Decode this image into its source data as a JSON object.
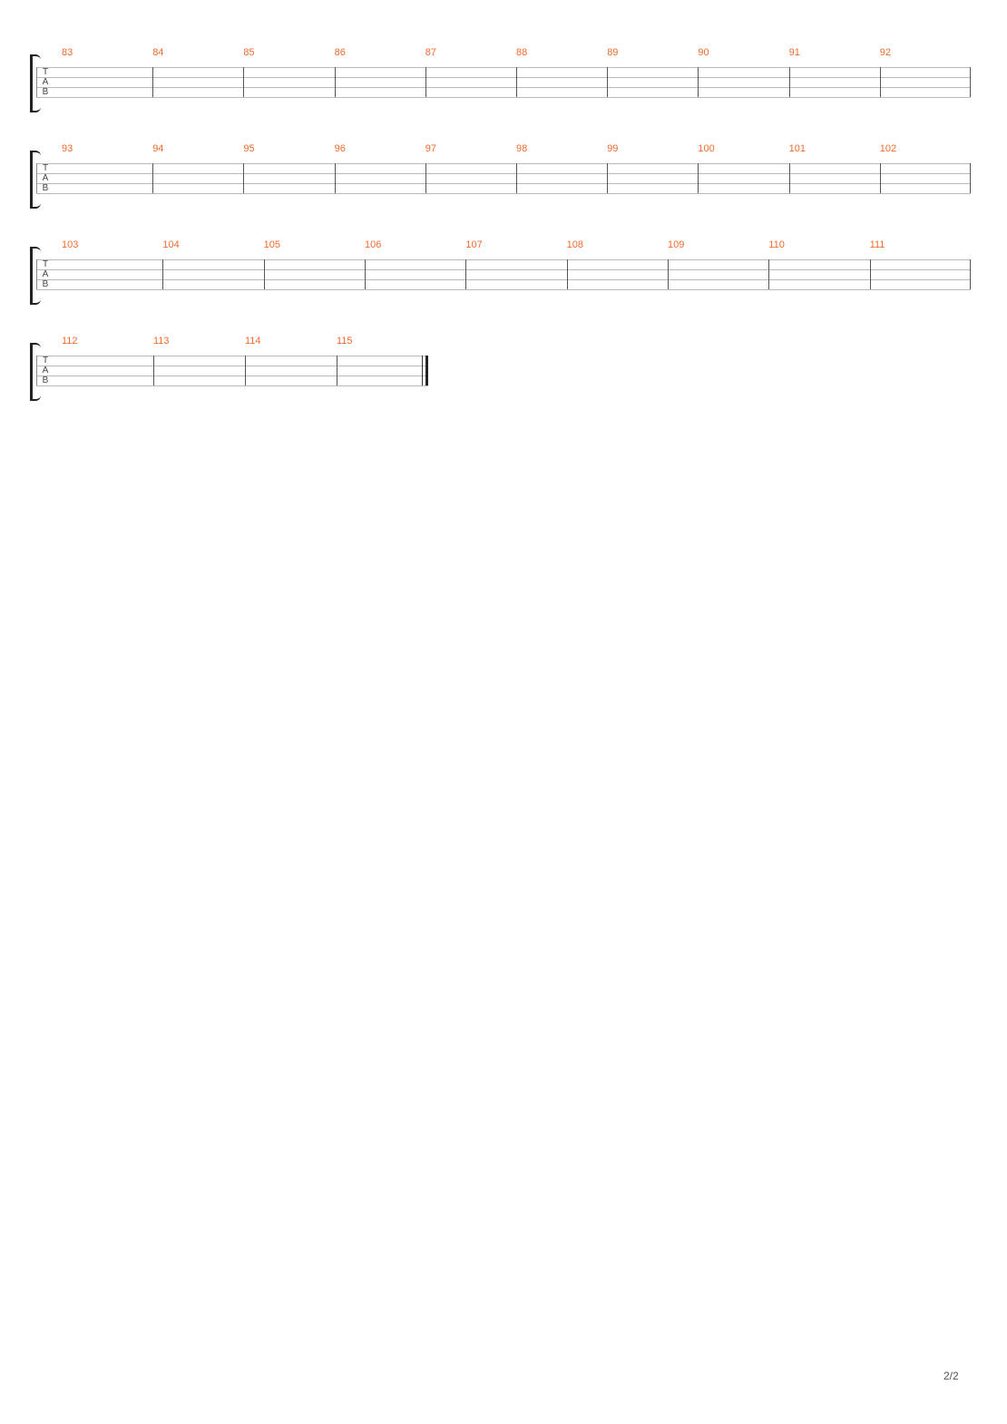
{
  "tab_clef": [
    "T",
    "A",
    "B"
  ],
  "systems": [
    {
      "measures": [
        "83",
        "84",
        "85",
        "86",
        "87",
        "88",
        "89",
        "90",
        "91",
        "92"
      ],
      "final": false
    },
    {
      "measures": [
        "93",
        "94",
        "95",
        "96",
        "97",
        "98",
        "99",
        "100",
        "101",
        "102"
      ],
      "final": false
    },
    {
      "measures": [
        "103",
        "104",
        "105",
        "106",
        "107",
        "108",
        "109",
        "110",
        "111"
      ],
      "final": false
    },
    {
      "measures": [
        "112",
        "113",
        "114",
        "115"
      ],
      "final": true
    }
  ],
  "colors": {
    "measure_number": "#f06a2c",
    "staff_line": "#b8b8b8",
    "barline": "#555555"
  },
  "footer": {
    "page_number": "2/2"
  }
}
